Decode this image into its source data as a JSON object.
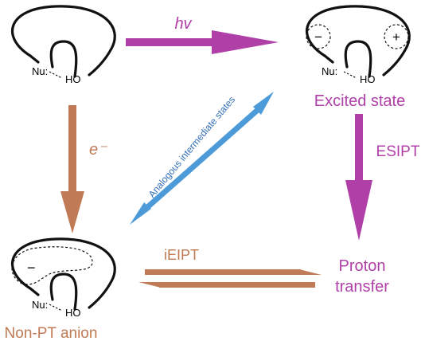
{
  "colors": {
    "purple": "#b040a8",
    "brown": "#c07a55",
    "blue": "#4d9ad8",
    "ink": "#111111"
  },
  "icons": [
    "molecule-ground-state-icon",
    "molecule-excited-state-icon",
    "molecule-anion-icon",
    "minus-charge-icon",
    "plus-charge-icon"
  ],
  "labels": {
    "hv": "hv",
    "electron": "e⁻",
    "excited_state": "Excited state",
    "esipt": "ESIPT",
    "analogous": "Analogous intermediate states",
    "ieipt": "iEIPT",
    "proton_transfer_line1": "Proton",
    "proton_transfer_line2": "transfer",
    "non_pt_anion": "Non-PT anion"
  },
  "molecule": {
    "nu": "Nu:",
    "ho": "HO",
    "minus": "−",
    "plus": "+"
  }
}
